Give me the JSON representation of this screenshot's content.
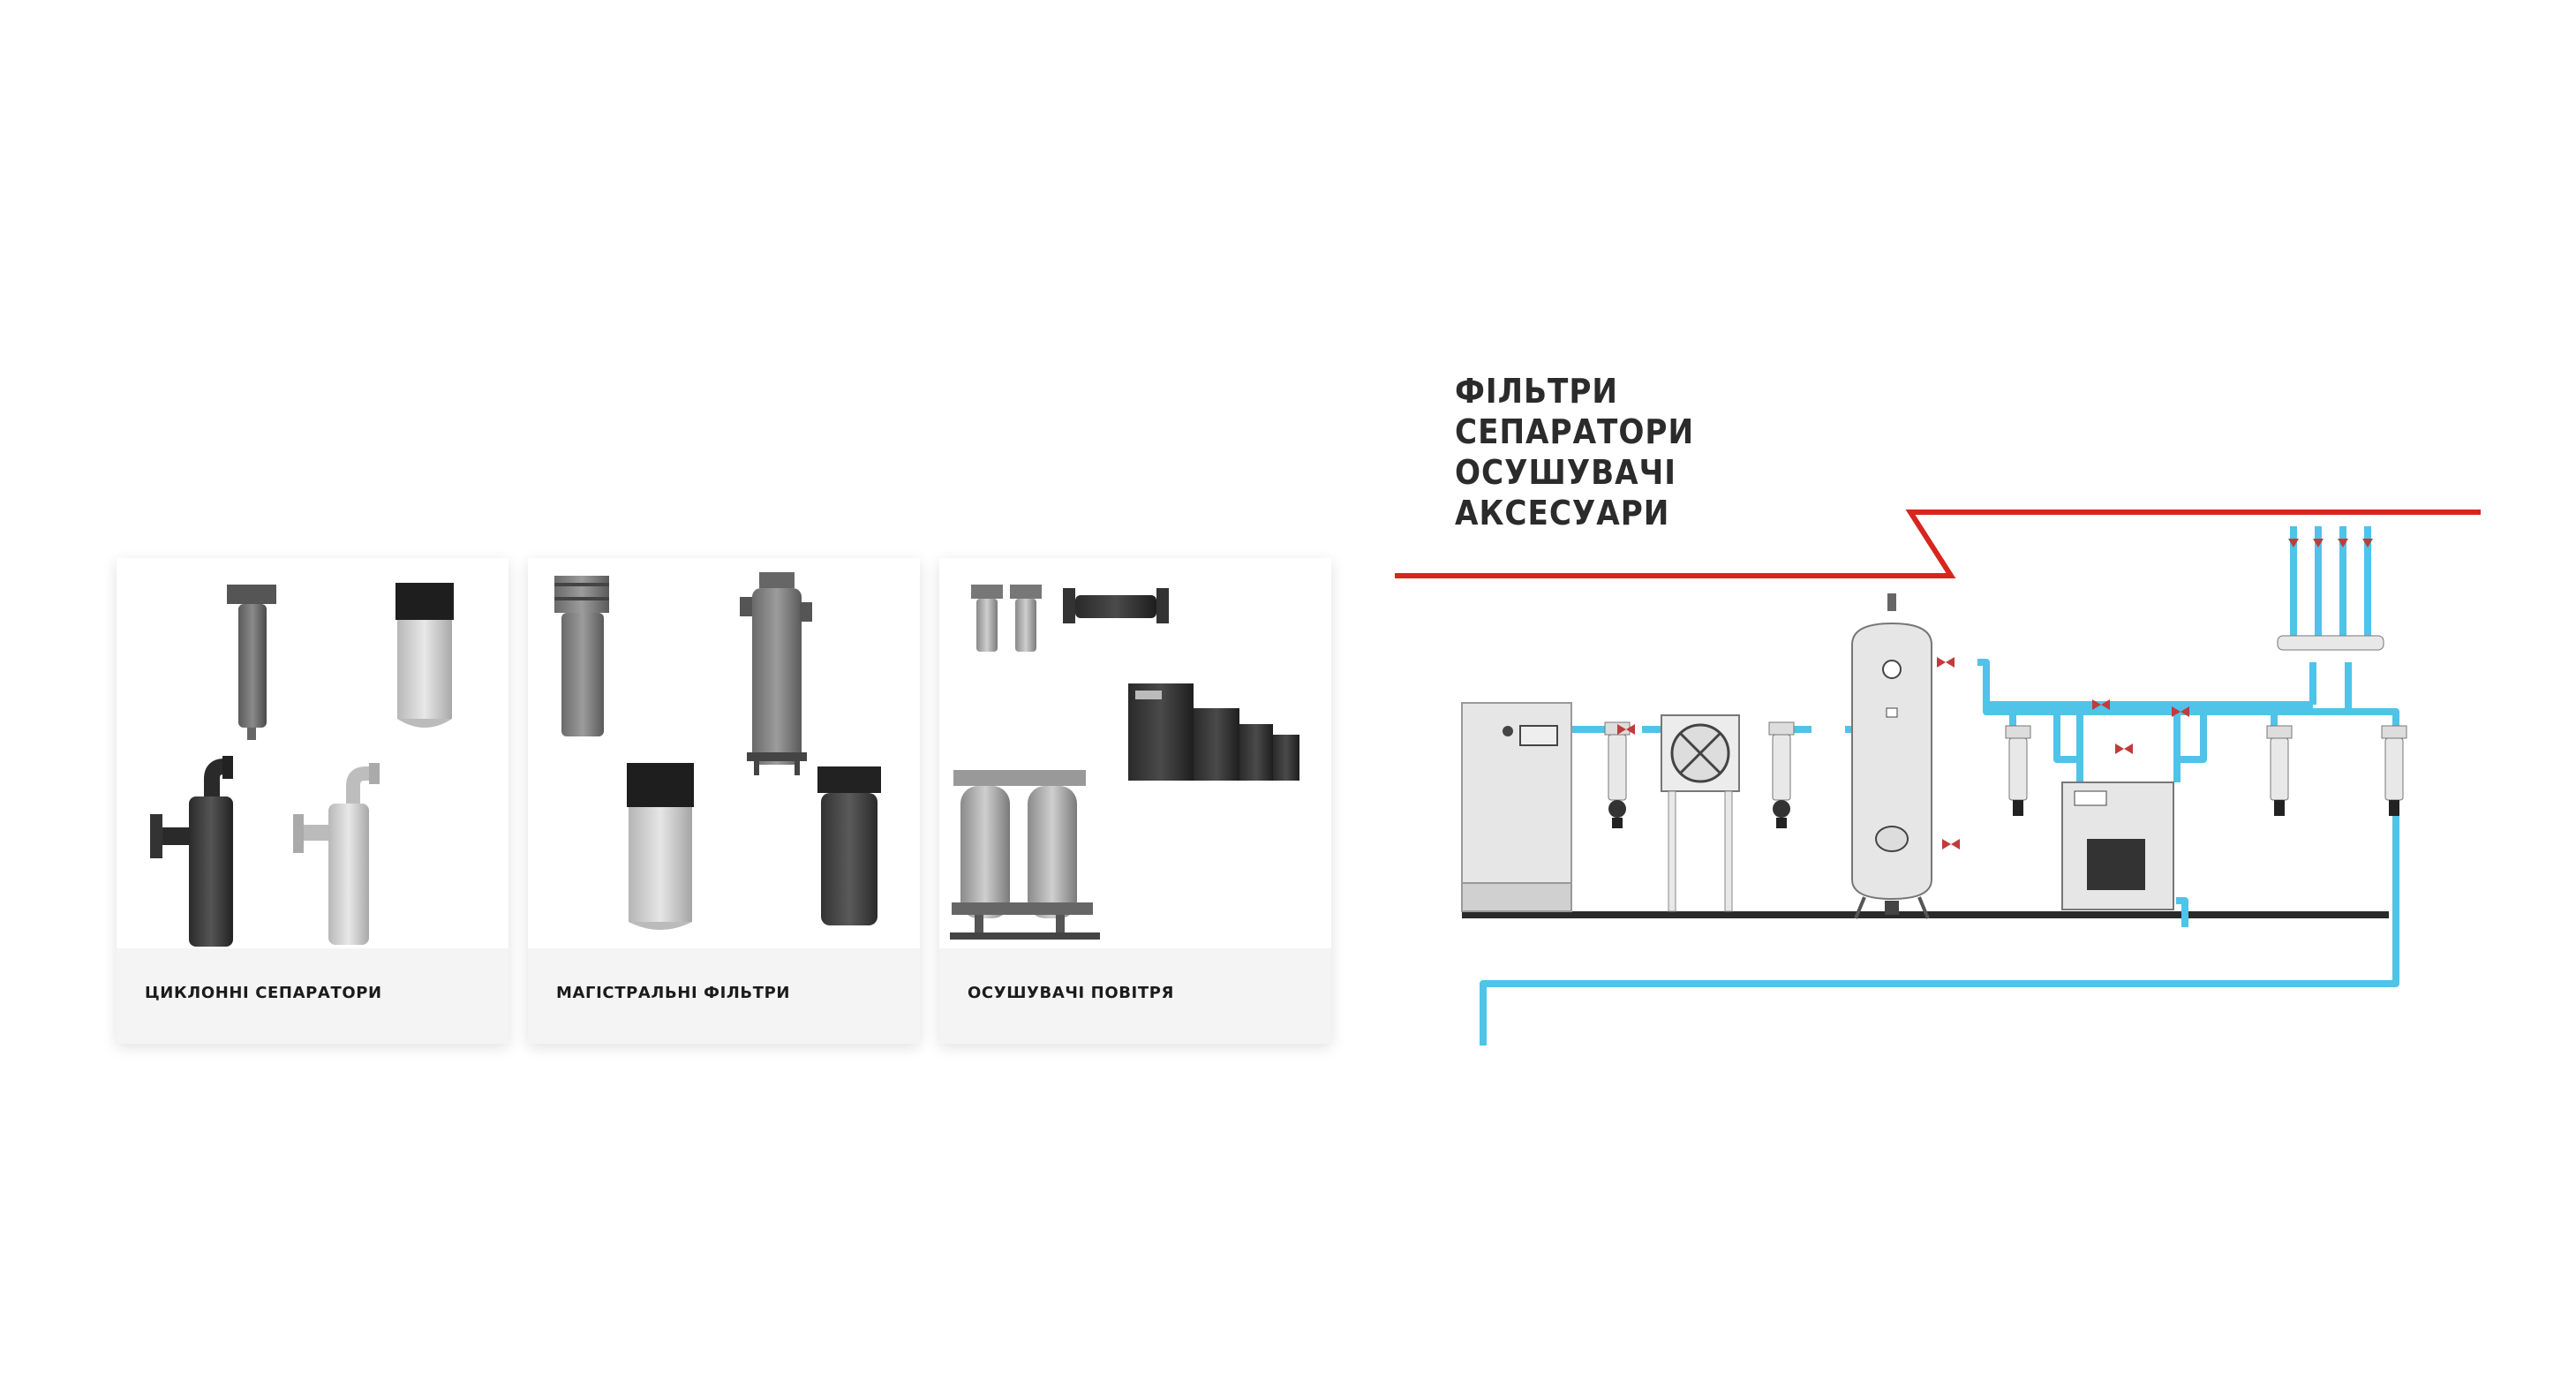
{
  "cards": [
    {
      "label": "ЦИКЛОННІ СЕПАРАТОРИ",
      "image": "cyclone-separators-photo"
    },
    {
      "label": "МАГІСТРАЛЬНІ ФІЛЬТРИ",
      "image": "line-filters-photo"
    },
    {
      "label": "ОСУШУВАЧІ ПОВІТРЯ",
      "image": "air-dryers-photo"
    }
  ],
  "hero": {
    "titles": [
      "ФІЛЬТРИ",
      "СЕПАРАТОРИ",
      "ОСУШУВАЧІ",
      "АКСЕСУАРИ"
    ],
    "colors": {
      "accent_line": "#d7261e",
      "pipe": "#4fc3e8",
      "equipment": "#e6e6e6",
      "title": "#2b2b2b"
    }
  }
}
